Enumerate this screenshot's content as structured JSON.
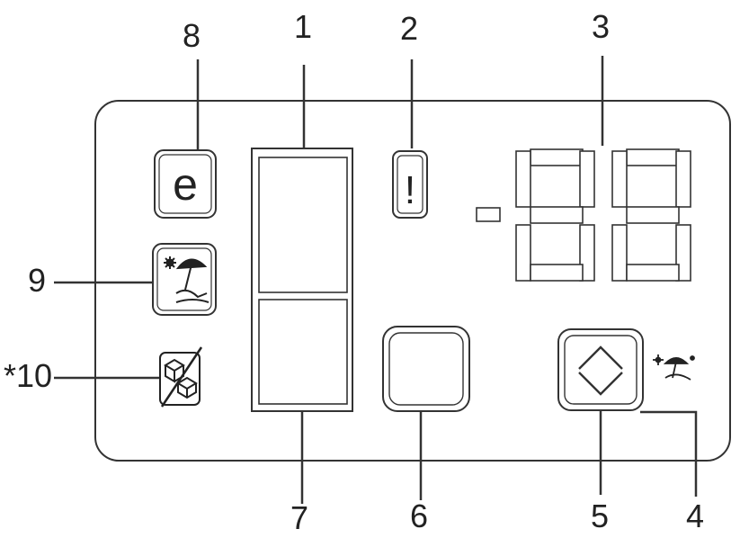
{
  "callouts": [
    {
      "id": "1",
      "label": "1"
    },
    {
      "id": "2",
      "label": "2"
    },
    {
      "id": "3",
      "label": "3"
    },
    {
      "id": "4",
      "label": "4"
    },
    {
      "id": "5",
      "label": "5"
    },
    {
      "id": "6",
      "label": "6"
    },
    {
      "id": "7",
      "label": "7"
    },
    {
      "id": "8",
      "label": "8"
    },
    {
      "id": "9",
      "label": "9"
    },
    {
      "id": "10",
      "label": "*10"
    }
  ],
  "panel": {
    "eco_button_glyph": "e",
    "alarm_indicator_glyph": "!",
    "display_sign": "-",
    "icons": {
      "eco": "eco-e-icon",
      "holiday": "holiday-beach-umbrella-icon",
      "ice_maker": "ice-cube-icon",
      "adjust": "up-down-chevron-icon",
      "holiday_small": "holiday-small-icon"
    }
  }
}
